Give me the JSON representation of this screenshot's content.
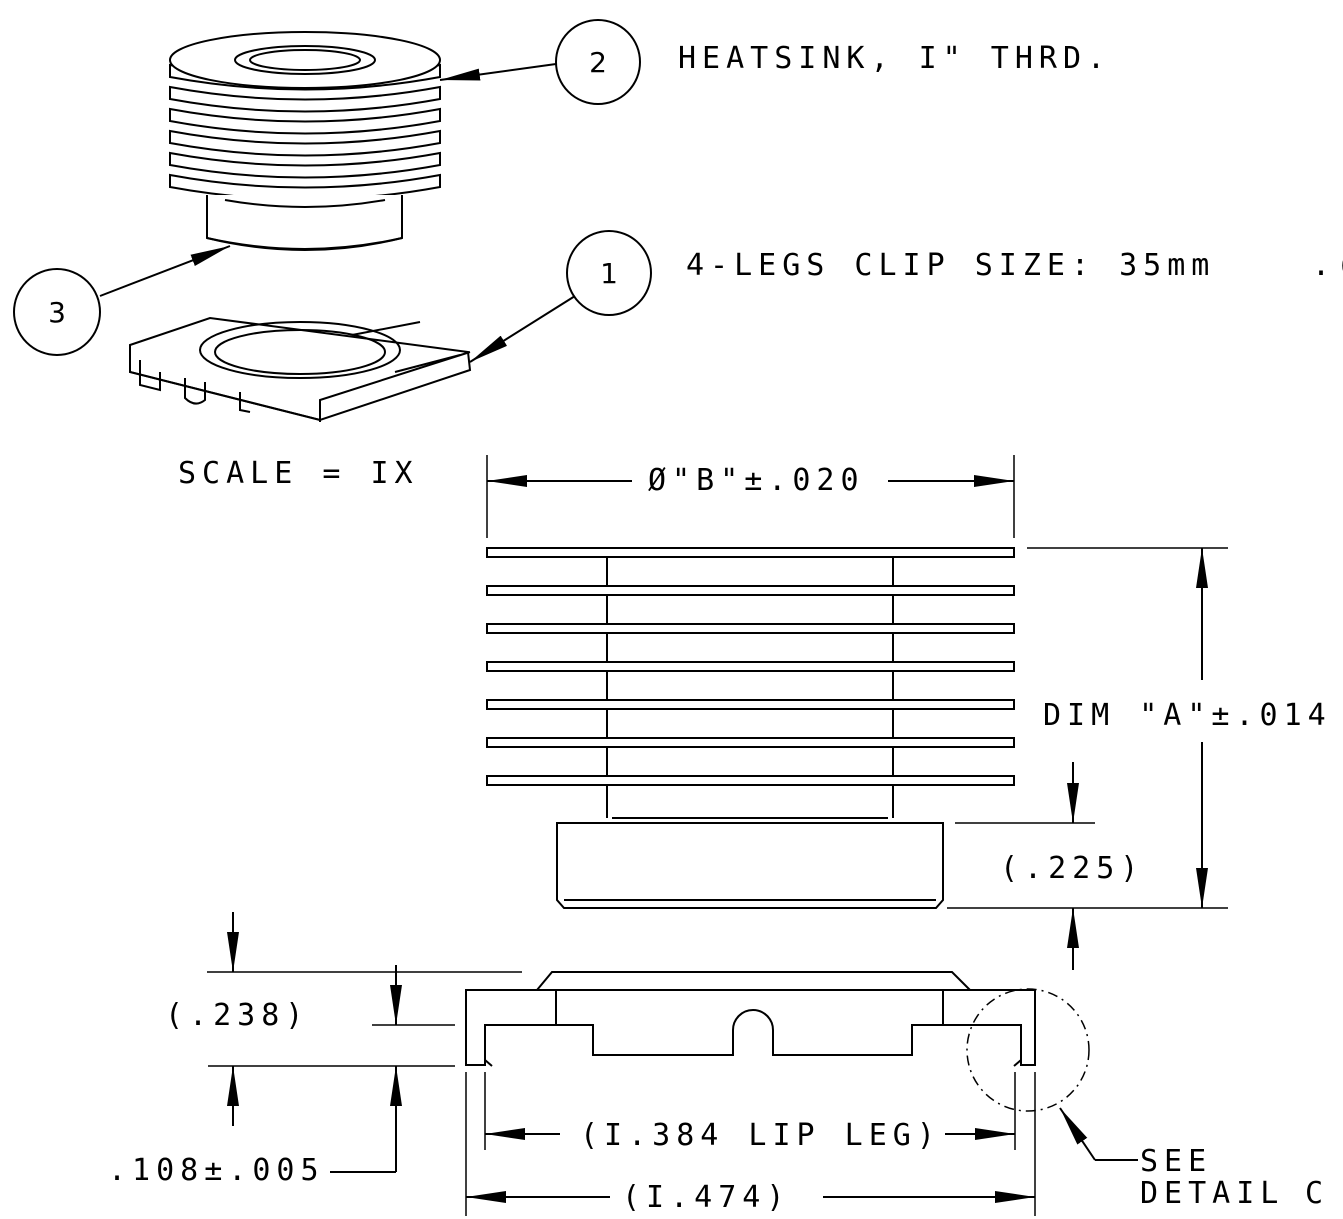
{
  "balloons": [
    {
      "number": "2",
      "label": "HEATSINK, I\" THRD."
    },
    {
      "number": "1",
      "label": "4-LEGS CLIP SIZE: 35mm"
    },
    {
      "number": "3",
      "label": ""
    }
  ],
  "scale_note": "SCALE = IX",
  "dims": {
    "diameter_b": "Ø\"B\"±.020",
    "dim_a": "DIM \"A\"±.014",
    "base_height": "(.225)",
    "clip_height": "(.238)",
    "lip_thickness": ".108±.005",
    "lip_leg": "(I.384 LIP LEG)",
    "overall_width": "(I.474)"
  },
  "detail_callout": {
    "line1": "SEE",
    "line2": "DETAIL",
    "suffix": "C"
  },
  "edge_fragment": ".("
}
